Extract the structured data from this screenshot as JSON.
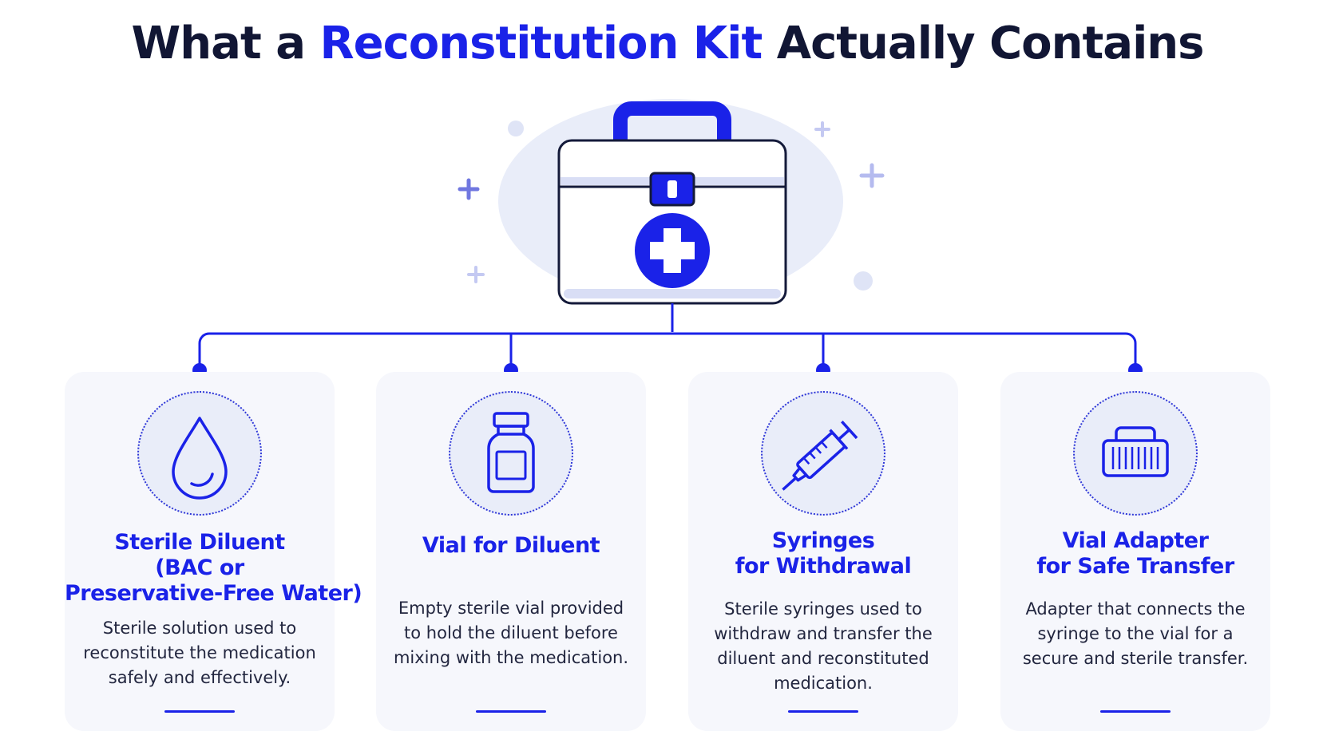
{
  "title": {
    "part1": "What a ",
    "highlight": "Reconstitution Kit",
    "part2": " Actually Contains"
  },
  "colors": {
    "accent": "#1a22e8",
    "heading": "#111634",
    "card_bg": "#f6f7fc",
    "icon_bg": "#e9edf9"
  },
  "hero_icon": "medical-kit-icon",
  "items": [
    {
      "icon": "water-drop-icon",
      "title_lines": [
        "Sterile Diluent",
        "(BAC or",
        "Preservative-Free Water)"
      ],
      "desc_lines": [
        "Sterile solution used to",
        "reconstitute the medication",
        "safely and effectively."
      ]
    },
    {
      "icon": "vial-icon",
      "title_lines": [
        "Vial for Diluent"
      ],
      "desc_lines": [
        "Empty sterile vial provided",
        "to hold the diluent before",
        "mixing with the medication."
      ]
    },
    {
      "icon": "syringe-icon",
      "title_lines": [
        "Syringes",
        "for Withdrawal"
      ],
      "desc_lines": [
        "Sterile syringes used to",
        "withdraw and transfer the",
        "diluent and reconstituted",
        "medication."
      ]
    },
    {
      "icon": "vial-adapter-icon",
      "title_lines": [
        "Vial Adapter",
        "for Safe Transfer"
      ],
      "desc_lines": [
        "Adapter that connects the",
        "syringe to the vial for a",
        "secure and sterile transfer."
      ]
    }
  ]
}
